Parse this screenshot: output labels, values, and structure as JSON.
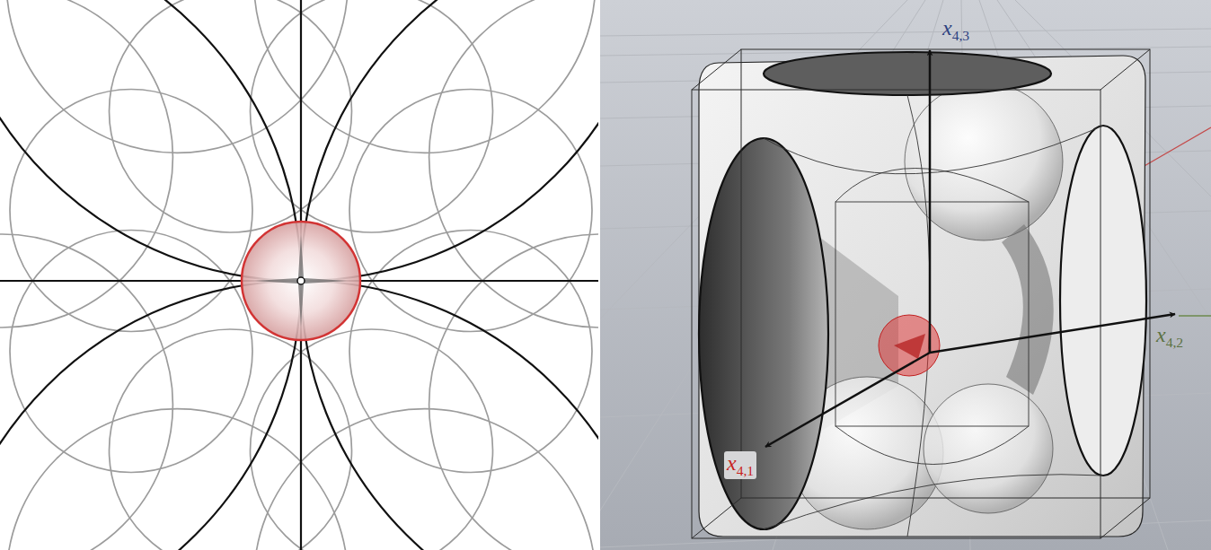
{
  "diagram": {
    "labels": [
      "x4,3",
      "x4,2",
      "x4,1"
    ]
  }
}
